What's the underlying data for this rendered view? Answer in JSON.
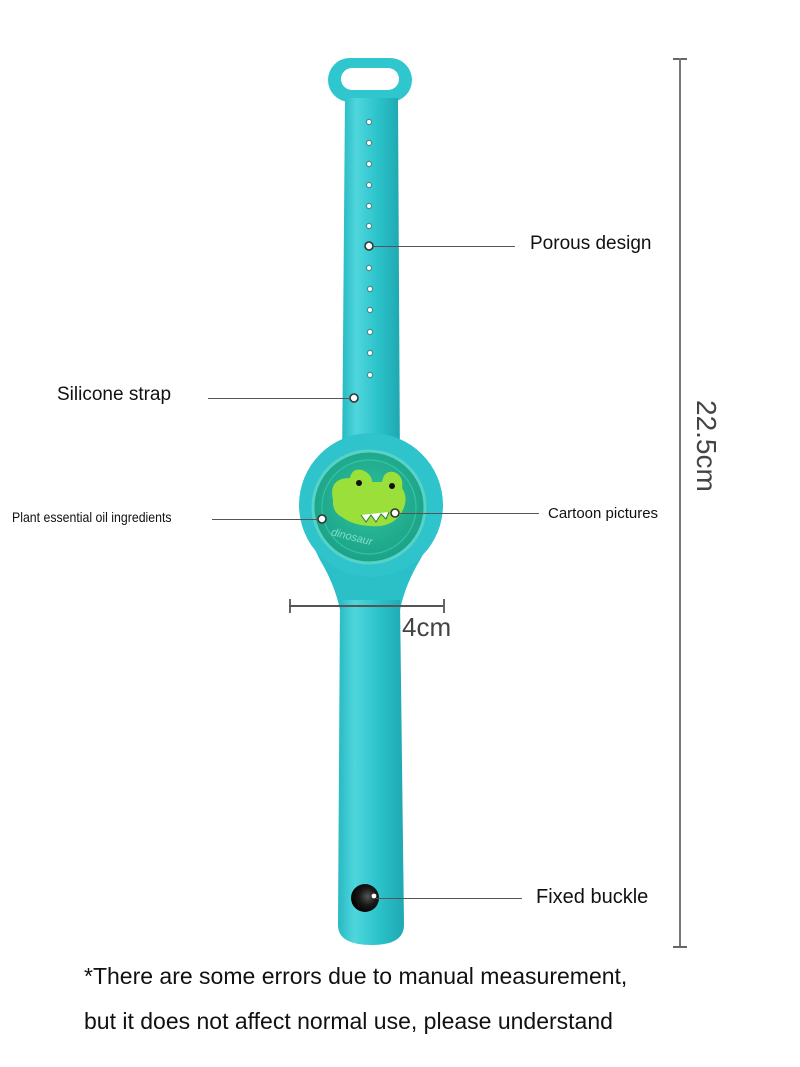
{
  "product": {
    "name": "Silicone wristband with cartoon dinosaur face",
    "face_text": "dinosaur",
    "colors": {
      "strap": "#2fc6cd",
      "strap_shadow": "#1ea9b2",
      "face_bg": "#24b58f",
      "character": "#9be03a",
      "buckle": "#111111"
    }
  },
  "callouts": {
    "porous_design": "Porous design",
    "silicone_strap": "Silicone strap",
    "plant_oil": "Plant essential oil ingredients",
    "cartoon_pictures": "Cartoon pictures",
    "fixed_buckle": "Fixed buckle"
  },
  "dimensions": {
    "length": "22.5cm",
    "width": "4cm"
  },
  "note": {
    "line1": "*There are some errors due to manual measurement,",
    "line2": "but it does not affect normal use, please understand"
  }
}
